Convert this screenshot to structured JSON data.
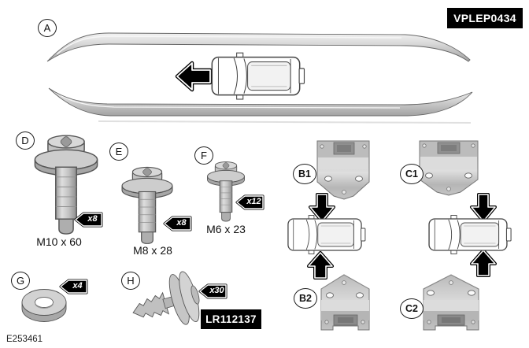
{
  "diagram": {
    "kit_number": "VPLEP0434",
    "figure_id": "E253461",
    "clip_part_number": "LR112137",
    "callouts": {
      "a": "A",
      "d": "D",
      "e": "E",
      "f": "F",
      "g": "G",
      "h": "H",
      "b1": "B1",
      "b2": "B2",
      "c1": "C1",
      "c2": "C2"
    },
    "quantities": {
      "bolt_m10": "x8",
      "bolt_m8": "x8",
      "bolt_m6": "x12",
      "washer": "x4",
      "clip": "x30"
    },
    "dimensions": {
      "bolt_m10": "M10 x 60",
      "bolt_m8": "M8 x 28",
      "bolt_m6": "M6 x 23"
    }
  }
}
